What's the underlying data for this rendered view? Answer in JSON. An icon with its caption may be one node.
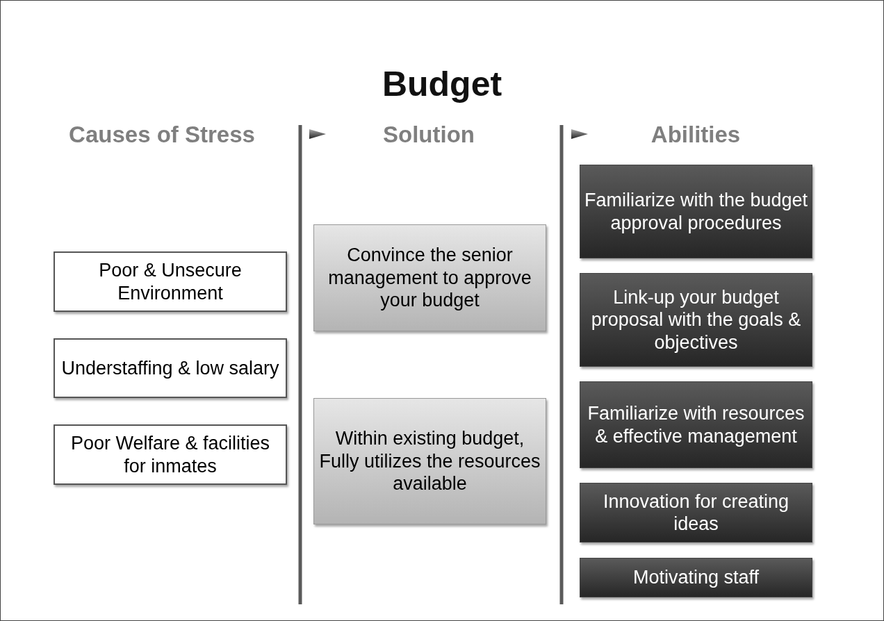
{
  "diagram": {
    "title": "Budget",
    "nodes": [
      {
        "text": [
          "Poor & Unsecure Environment"
        ]
      },
      {
        "text": [
          "Understaffing & low salary"
        ]
      },
      {
        "text": [
          "Poor Welfare & facilities for inmates"
        ]
      },
      {
        "text": [
          "Convince the senior management to approve your budget"
        ]
      },
      {
        "text": [
          "Within existing budget, Fully utilizes the resources available"
        ]
      },
      {
        "text": [
          "Familiarize with the budget approval procedures"
        ]
      },
      {
        "text": [
          "Link-up your budget proposal with the goals & objectives"
        ]
      },
      {
        "text": [
          "Familiarize with resources & effective management"
        ]
      },
      {
        "text": [
          "Innovation for creating ideas"
        ]
      },
      {
        "text": [
          "Motivating staff"
        ]
      }
    ],
    "labels": [
      "Causes of Stress",
      "Solution",
      "Abilities"
    ]
  }
}
